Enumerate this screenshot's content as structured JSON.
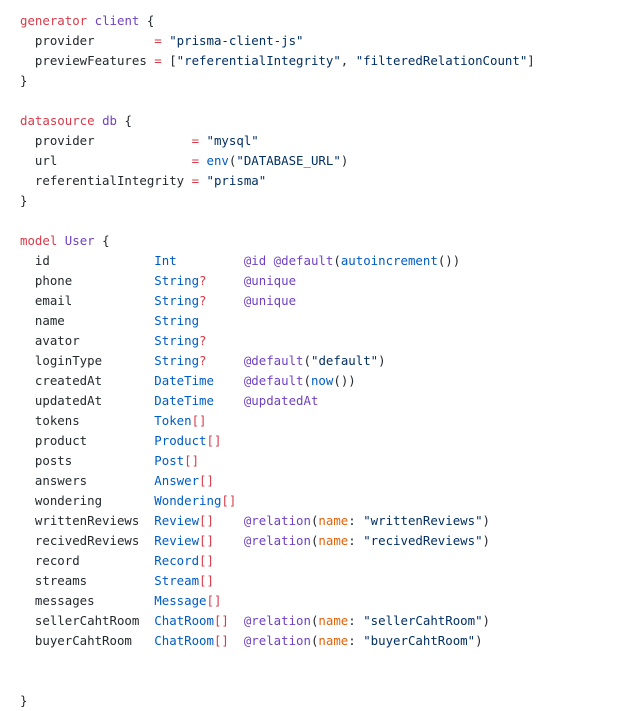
{
  "blocks": [
    {
      "lines": [
        [
          [
            "kw",
            "generator"
          ],
          [
            "pl",
            " "
          ],
          [
            "nm",
            "client"
          ],
          [
            "pl",
            " {"
          ]
        ],
        [
          [
            "pl",
            "  provider        "
          ],
          [
            "op",
            "="
          ],
          [
            "pl",
            " "
          ],
          [
            "st",
            "\"prisma-client-js\""
          ]
        ],
        [
          [
            "pl",
            "  previewFeatures "
          ],
          [
            "op",
            "="
          ],
          [
            "pl",
            " ["
          ],
          [
            "st",
            "\"referentialIntegrity\""
          ],
          [
            "pl",
            ", "
          ],
          [
            "st",
            "\"filteredRelationCount\""
          ],
          [
            "pl",
            "]"
          ]
        ],
        [
          [
            "pl",
            "}"
          ]
        ]
      ]
    },
    {
      "lines": [
        [
          [
            "kw",
            "datasource"
          ],
          [
            "pl",
            " "
          ],
          [
            "nm",
            "db"
          ],
          [
            "pl",
            " {"
          ]
        ],
        [
          [
            "pl",
            "  provider             "
          ],
          [
            "op",
            "="
          ],
          [
            "pl",
            " "
          ],
          [
            "st",
            "\"mysql\""
          ]
        ],
        [
          [
            "pl",
            "  url                  "
          ],
          [
            "op",
            "="
          ],
          [
            "pl",
            " "
          ],
          [
            "fn",
            "env"
          ],
          [
            "pl",
            "("
          ],
          [
            "st",
            "\"DATABASE_URL\""
          ],
          [
            "pl",
            ")"
          ]
        ],
        [
          [
            "pl",
            "  referentialIntegrity "
          ],
          [
            "op",
            "="
          ],
          [
            "pl",
            " "
          ],
          [
            "st",
            "\"prisma\""
          ]
        ],
        [
          [
            "pl",
            "}"
          ]
        ]
      ]
    },
    {
      "lines": [
        [
          [
            "kw",
            "model"
          ],
          [
            "pl",
            " "
          ],
          [
            "nm",
            "User"
          ],
          [
            "pl",
            " {"
          ]
        ],
        [
          [
            "pl",
            "  id              "
          ],
          [
            "ty",
            "Int"
          ],
          [
            "pl",
            "         "
          ],
          [
            "at",
            "@id"
          ],
          [
            "pl",
            " "
          ],
          [
            "at",
            "@default"
          ],
          [
            "pl",
            "("
          ],
          [
            "fn",
            "autoincrement"
          ],
          [
            "pl",
            "())"
          ]
        ],
        [
          [
            "pl",
            "  phone           "
          ],
          [
            "ty",
            "String"
          ],
          [
            "br",
            "?"
          ],
          [
            "pl",
            "     "
          ],
          [
            "at",
            "@unique"
          ]
        ],
        [
          [
            "pl",
            "  email           "
          ],
          [
            "ty",
            "String"
          ],
          [
            "br",
            "?"
          ],
          [
            "pl",
            "     "
          ],
          [
            "at",
            "@unique"
          ]
        ],
        [
          [
            "pl",
            "  name            "
          ],
          [
            "ty",
            "String"
          ]
        ],
        [
          [
            "pl",
            "  avator          "
          ],
          [
            "ty",
            "String"
          ],
          [
            "br",
            "?"
          ]
        ],
        [
          [
            "pl",
            "  loginType       "
          ],
          [
            "ty",
            "String"
          ],
          [
            "br",
            "?"
          ],
          [
            "pl",
            "     "
          ],
          [
            "at",
            "@default"
          ],
          [
            "pl",
            "("
          ],
          [
            "st",
            "\"default\""
          ],
          [
            "pl",
            ")"
          ]
        ],
        [
          [
            "pl",
            "  createdAt       "
          ],
          [
            "ty",
            "DateTime"
          ],
          [
            "pl",
            "    "
          ],
          [
            "at",
            "@default"
          ],
          [
            "pl",
            "("
          ],
          [
            "fn",
            "now"
          ],
          [
            "pl",
            "())"
          ]
        ],
        [
          [
            "pl",
            "  updatedAt       "
          ],
          [
            "ty",
            "DateTime"
          ],
          [
            "pl",
            "    "
          ],
          [
            "at",
            "@updatedAt"
          ]
        ],
        [
          [
            "pl",
            "  tokens          "
          ],
          [
            "ty",
            "Token"
          ],
          [
            "br",
            "[]"
          ]
        ],
        [
          [
            "pl",
            "  product         "
          ],
          [
            "ty",
            "Product"
          ],
          [
            "br",
            "[]"
          ]
        ],
        [
          [
            "pl",
            "  posts           "
          ],
          [
            "ty",
            "Post"
          ],
          [
            "br",
            "[]"
          ]
        ],
        [
          [
            "pl",
            "  answers         "
          ],
          [
            "ty",
            "Answer"
          ],
          [
            "br",
            "[]"
          ]
        ],
        [
          [
            "pl",
            "  wondering       "
          ],
          [
            "ty",
            "Wondering"
          ],
          [
            "br",
            "[]"
          ]
        ],
        [
          [
            "pl",
            "  writtenReviews  "
          ],
          [
            "ty",
            "Review"
          ],
          [
            "br",
            "[]"
          ],
          [
            "pl",
            "    "
          ],
          [
            "at",
            "@relation"
          ],
          [
            "pl",
            "("
          ],
          [
            "ar",
            "name"
          ],
          [
            "pl",
            ": "
          ],
          [
            "st",
            "\"writtenReviews\""
          ],
          [
            "pl",
            ")"
          ]
        ],
        [
          [
            "pl",
            "  recivedReviews  "
          ],
          [
            "ty",
            "Review"
          ],
          [
            "br",
            "[]"
          ],
          [
            "pl",
            "    "
          ],
          [
            "at",
            "@relation"
          ],
          [
            "pl",
            "("
          ],
          [
            "ar",
            "name"
          ],
          [
            "pl",
            ": "
          ],
          [
            "st",
            "\"recivedReviews\""
          ],
          [
            "pl",
            ")"
          ]
        ],
        [
          [
            "pl",
            "  record          "
          ],
          [
            "ty",
            "Record"
          ],
          [
            "br",
            "[]"
          ]
        ],
        [
          [
            "pl",
            "  streams         "
          ],
          [
            "ty",
            "Stream"
          ],
          [
            "br",
            "[]"
          ]
        ],
        [
          [
            "pl",
            "  messages        "
          ],
          [
            "ty",
            "Message"
          ],
          [
            "br",
            "[]"
          ]
        ],
        [
          [
            "pl",
            "  sellerCahtRoom  "
          ],
          [
            "ty",
            "ChatRoom"
          ],
          [
            "br",
            "[]"
          ],
          [
            "pl",
            "  "
          ],
          [
            "at",
            "@relation"
          ],
          [
            "pl",
            "("
          ],
          [
            "ar",
            "name"
          ],
          [
            "pl",
            ": "
          ],
          [
            "st",
            "\"sellerCahtRoom\""
          ],
          [
            "pl",
            ")"
          ]
        ],
        [
          [
            "pl",
            "  buyerCahtRoom   "
          ],
          [
            "ty",
            "ChatRoom"
          ],
          [
            "br",
            "[]"
          ],
          [
            "pl",
            "  "
          ],
          [
            "at",
            "@relation"
          ],
          [
            "pl",
            "("
          ],
          [
            "ar",
            "name"
          ],
          [
            "pl",
            ": "
          ],
          [
            "st",
            "\"buyerCahtRoom\""
          ],
          [
            "pl",
            ")"
          ]
        ],
        [
          [
            "pl",
            ""
          ]
        ],
        [
          [
            "pl",
            ""
          ]
        ],
        [
          [
            "pl",
            "}"
          ]
        ]
      ]
    }
  ],
  "colors": {
    "keyword": "#d73a49",
    "name": "#6f42c1",
    "type": "#005cc5",
    "string": "#032f62",
    "argument": "#e36209",
    "text": "#24292e",
    "background": "#ffffff"
  }
}
